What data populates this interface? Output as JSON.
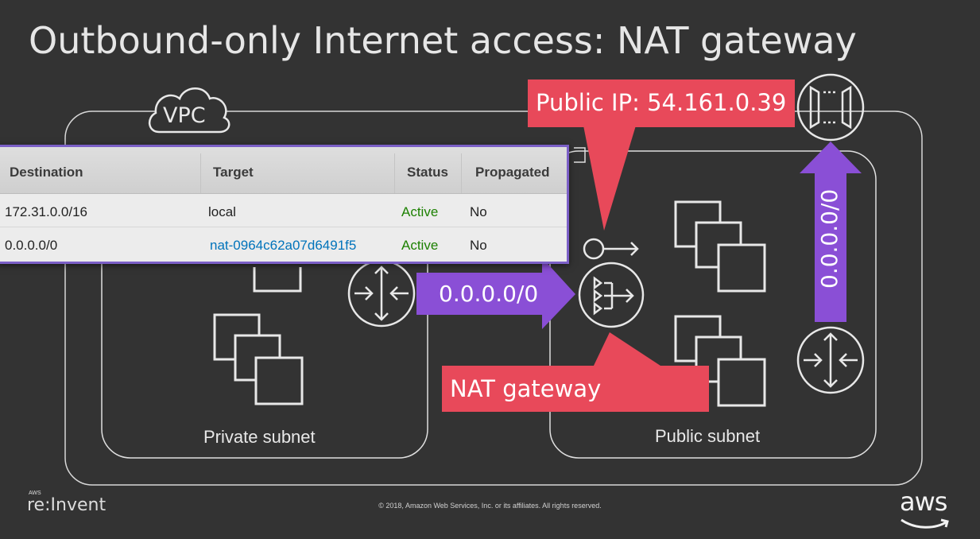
{
  "title": "Outbound-only Internet access: NAT gateway",
  "vpc_label": "VPC",
  "private_subnet_label": "Private subnet",
  "public_subnet_label": "Public subnet",
  "callouts": {
    "public_ip": "Public IP: 54.161.0.39",
    "nat_gateway": "NAT gateway"
  },
  "arrows": {
    "to_nat": "0.0.0.0/0",
    "to_igw": "0.0.0.0/0"
  },
  "route_table": {
    "headers": [
      "Destination",
      "Target",
      "Status",
      "Propagated"
    ],
    "rows": [
      [
        "172.31.0.0/16",
        "local",
        "Active",
        "No"
      ],
      [
        "0.0.0.0/0",
        "nat-0964c62a07d6491f5",
        "Active",
        "No"
      ]
    ]
  },
  "footer": {
    "copyright": "© 2018, Amazon Web Services, Inc. or its affiliates. All rights reserved.",
    "event_small": "AWS",
    "event_logo": "re:Invent",
    "brand": "aws"
  },
  "colors": {
    "background": "#333333",
    "callout_red": "#e8495a",
    "arrow_purple": "#8a4fd6",
    "line": "#e8e8e8"
  }
}
